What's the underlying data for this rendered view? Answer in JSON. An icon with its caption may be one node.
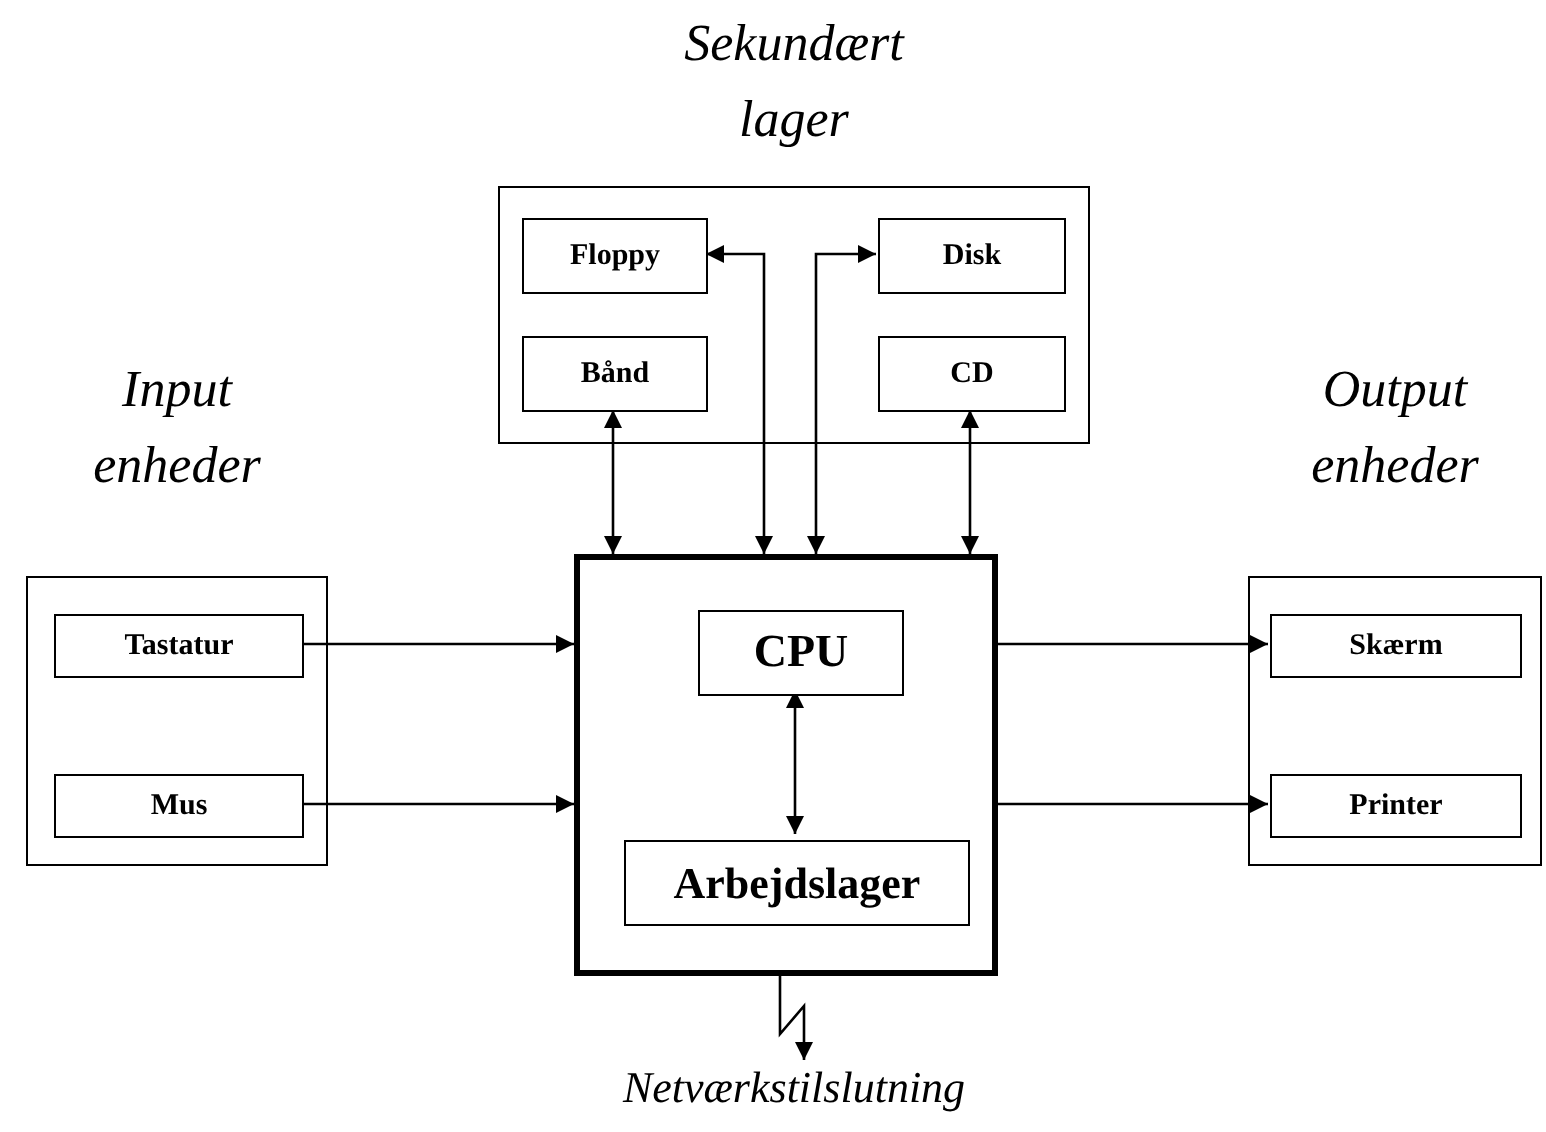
{
  "diagram": {
    "nodes": [
      {
        "text": [
          "Sekundært lager"
        ]
      },
      {
        "text": [
          "Floppy"
        ],
        "in": 0
      },
      {
        "text": [
          "Disk"
        ],
        "in": 0
      },
      {
        "text": [
          "Bånd"
        ],
        "in": 0
      },
      {
        "text": [
          "CD"
        ],
        "in": 0
      },
      {
        "text": [
          "Input enheder"
        ]
      },
      {
        "text": [
          "Tastatur"
        ],
        "in": 5
      },
      {
        "text": [
          "Mus"
        ],
        "in": 5
      },
      {
        "text": [],
        "shape": "box"
      },
      {
        "text": [
          "CPU"
        ],
        "in": 8
      },
      {
        "text": [
          "Arbejdslager"
        ],
        "in": 8
      },
      {
        "text": [
          "Output enheder"
        ]
      },
      {
        "text": [
          "Skærm"
        ],
        "in": 11
      },
      {
        "text": [
          "Printer"
        ],
        "in": 11
      },
      {
        "text": [
          "Netværkstilslutning"
        ]
      }
    ],
    "edges": [
      {
        "from": 3,
        "to": 8,
        "arrow": "both"
      },
      {
        "from": 1,
        "to": 8,
        "arrow": "both"
      },
      {
        "from": 2,
        "to": 8,
        "arrow": "both"
      },
      {
        "from": 4,
        "to": 8,
        "arrow": "both"
      },
      {
        "from": 6,
        "to": 8,
        "arrow": "to"
      },
      {
        "from": 7,
        "to": 8,
        "arrow": "to"
      },
      {
        "from": 8,
        "to": 12,
        "arrow": "to"
      },
      {
        "from": 8,
        "to": 13,
        "arrow": "to"
      },
      {
        "from": 9,
        "to": 10,
        "arrow": "both"
      },
      {
        "from": 8,
        "to": 14,
        "arrow": "to"
      }
    ]
  }
}
